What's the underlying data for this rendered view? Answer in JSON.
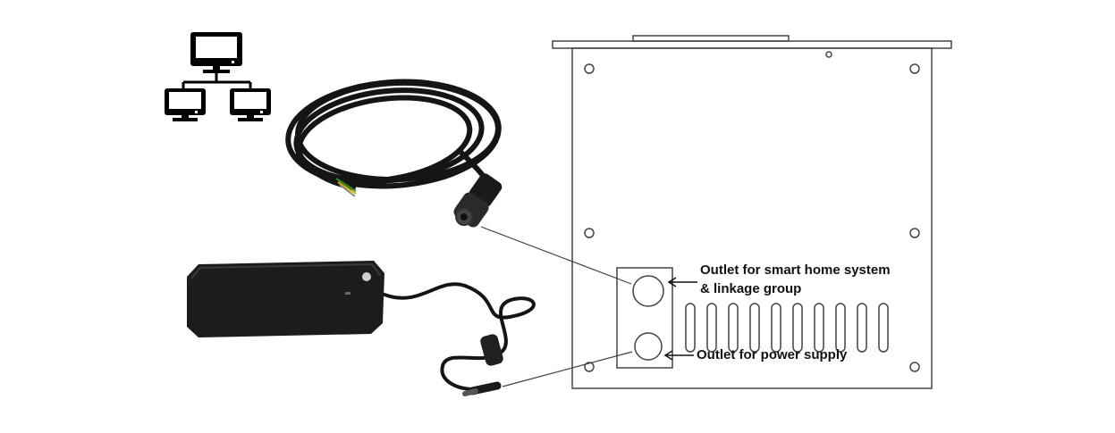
{
  "diagram": {
    "callouts": {
      "smart_home_line1": "Outlet for smart home system",
      "smart_home_line2": "& linkage group",
      "power_supply": "Outlet for power supply"
    },
    "icons": {
      "network": "computer-network-icon",
      "cable": "m12-connector-cable",
      "adapter": "power-adapter",
      "panel": "device-back-panel"
    },
    "colors": {
      "line": "#444444",
      "cable": "#151515",
      "adapter": "#1c1c1c",
      "icon": "#000000",
      "text": "#111111"
    }
  }
}
